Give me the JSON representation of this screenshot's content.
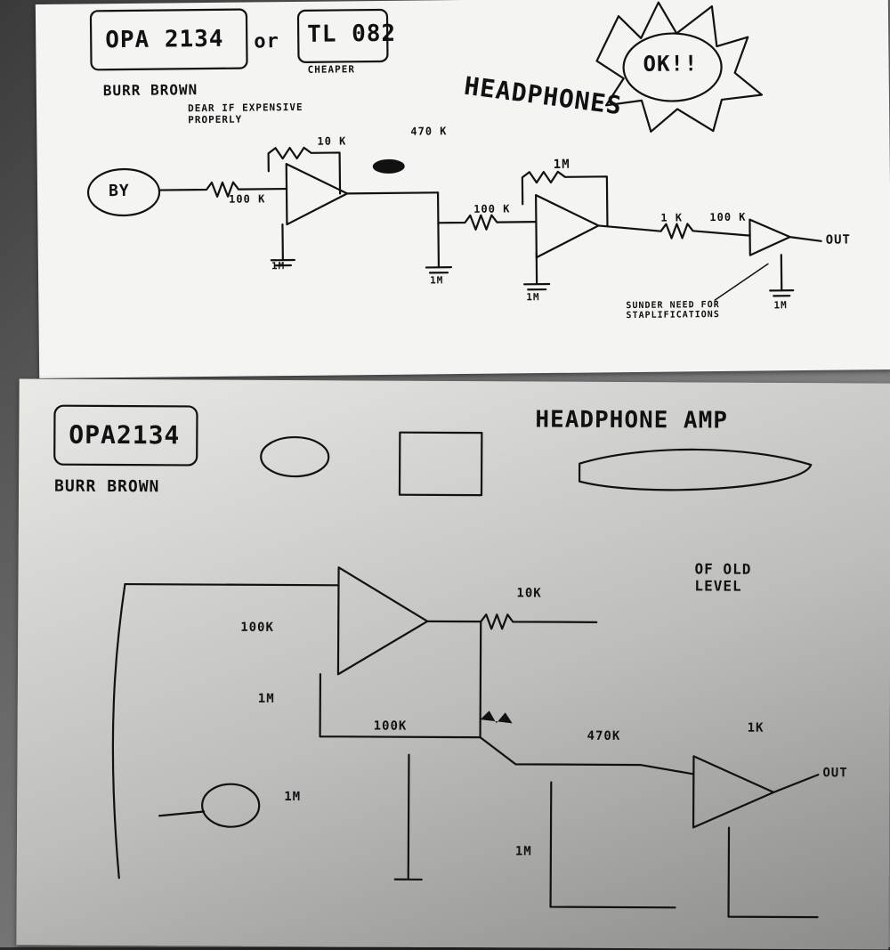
{
  "top_sheet": {
    "labels": {
      "opa": "OPA 2134",
      "or": "or",
      "tl": "TL 082",
      "cheaper": "CHEAPER",
      "burr": "BURR BROWN",
      "dear": "DEAR IF EXPENSIVE PROPERLY",
      "title": "HEADPHONES",
      "ok": "OK!!",
      "r2": "10 K",
      "r1": "100 K",
      "r3": "100 K",
      "r4": "1M",
      "r5": "1 K",
      "r6": "100 K",
      "r7": "470 K",
      "r8": "1M",
      "r9": "1M",
      "r10": "1M",
      "r11": "1M",
      "inp": "BY",
      "out": "OUT",
      "note": "SUNDER NEED FOR STAPLIFICATIONS"
    }
  },
  "bottom_sheet": {
    "labels": {
      "opa": "OPA2134",
      "title": "HEADPHONE AMP",
      "burr": "BURR BROWN",
      "rating": "OF OLD LEVEL",
      "r1": "100K",
      "r2": "10K",
      "r3": "1M",
      "r4": "1M",
      "r5": "100K",
      "r6": "470K",
      "r7": "1K",
      "r8": "1M",
      "r9": "OUT"
    }
  }
}
